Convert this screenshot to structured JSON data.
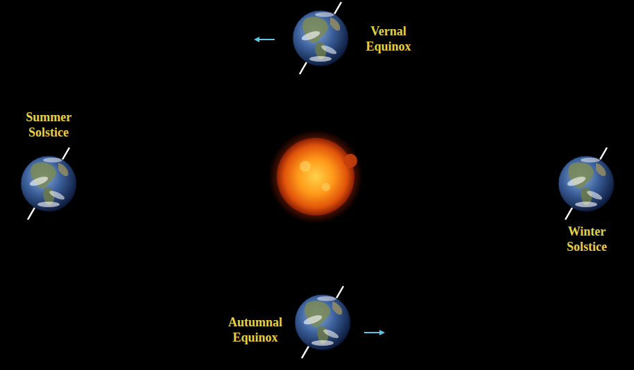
{
  "diagram": {
    "labels": [
      "Vernal Equinox",
      "Summer Solstice",
      "Winter Solstice",
      "Autumnal Equinox"
    ]
  }
}
